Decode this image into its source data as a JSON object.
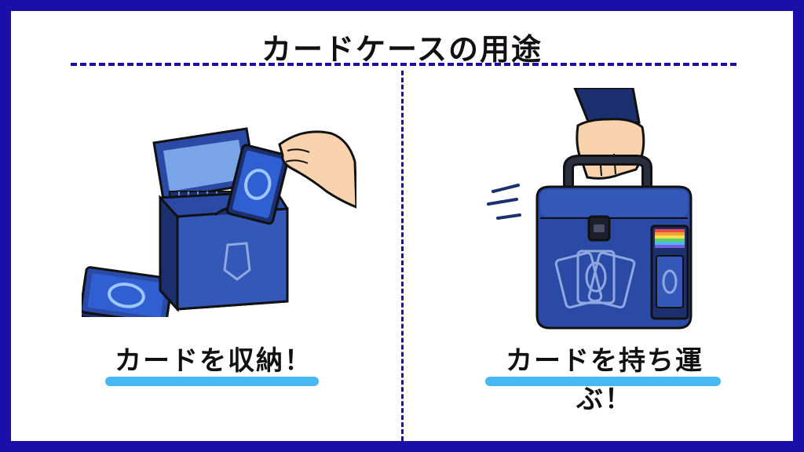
{
  "title": "カードケースの用途",
  "left_panel": {
    "caption": "カードを収納！",
    "illustration": "card-box-with-hand-storing-card"
  },
  "right_panel": {
    "caption": "カードを持ち運ぶ！",
    "illustration": "card-carry-case-held-by-hand"
  },
  "colors": {
    "frame": "#1a0fa8",
    "case_blue": "#2b4aa6",
    "case_dark": "#1c2f6e",
    "underline": "#47b8f2",
    "skin": "#f7d2ad"
  }
}
